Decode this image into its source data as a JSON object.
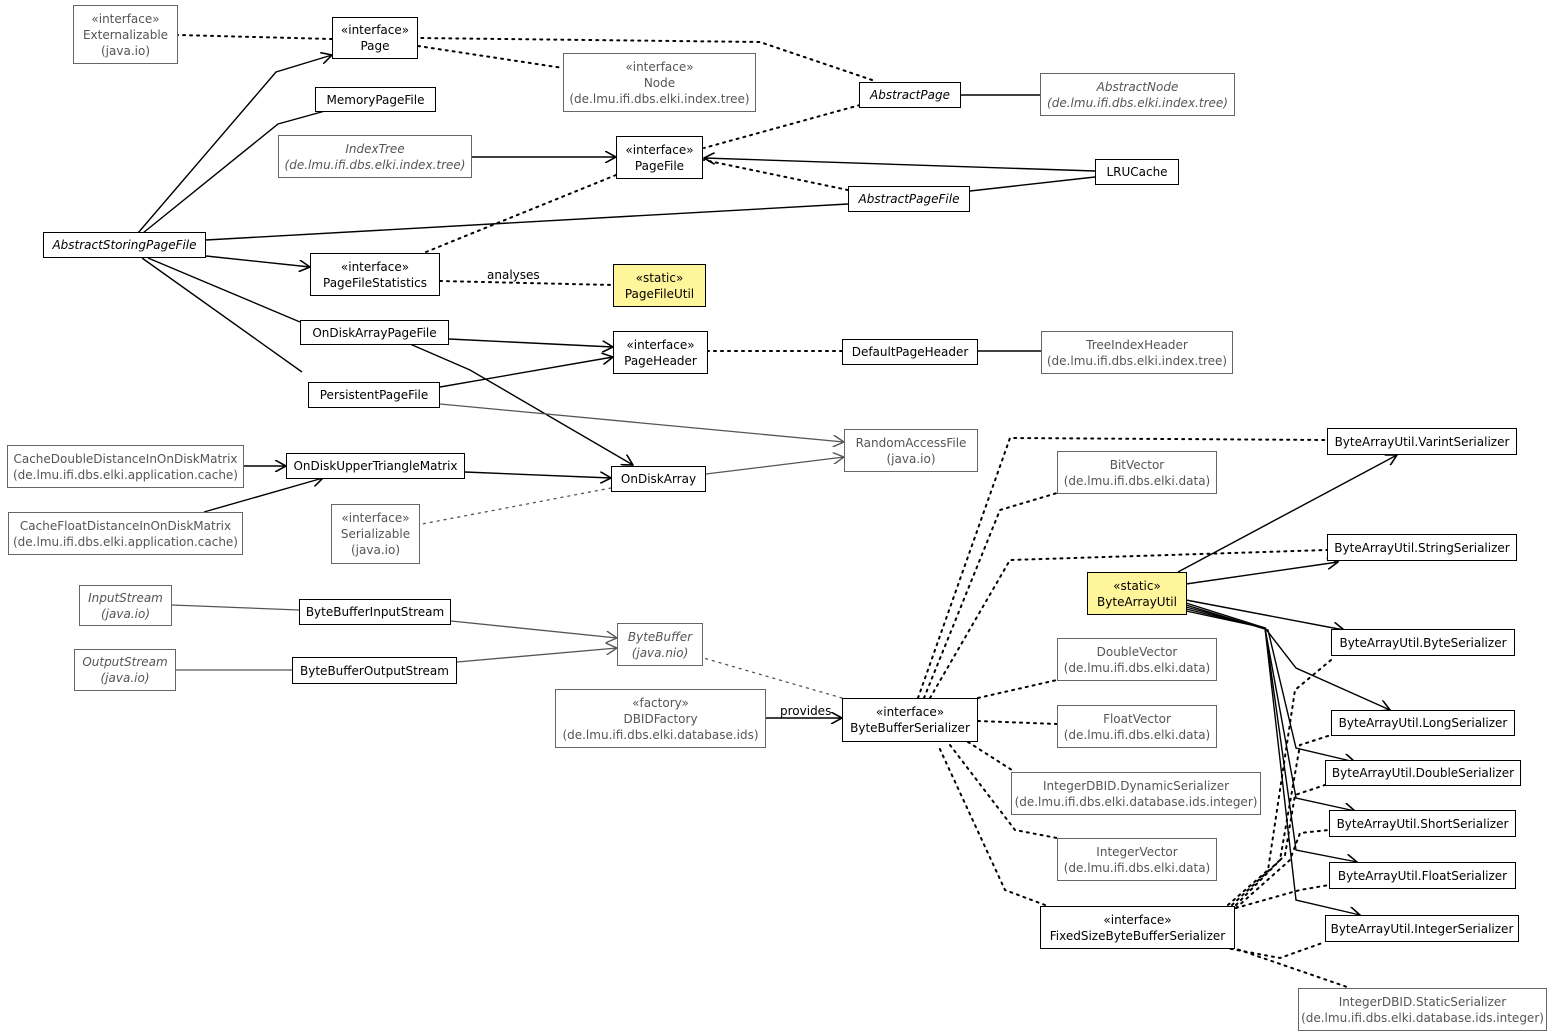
{
  "nodes": {
    "externalizable": {
      "stereo": "«interface»",
      "name": "Externalizable",
      "pkg": "(java.io)"
    },
    "page": {
      "stereo": "«interface»",
      "name": "Page"
    },
    "node": {
      "stereo": "«interface»",
      "name": "Node",
      "pkg": "(de.lmu.ifi.dbs.elki.index.tree)"
    },
    "abstract_page": {
      "name": "AbstractPage"
    },
    "abstract_node": {
      "name": "AbstractNode",
      "pkg": "(de.lmu.ifi.dbs.elki.index.tree)"
    },
    "memory_page_file": {
      "name": "MemoryPageFile"
    },
    "index_tree": {
      "name": "IndexTree",
      "pkg": "(de.lmu.ifi.dbs.elki.index.tree)"
    },
    "page_file": {
      "stereo": "«interface»",
      "name": "PageFile"
    },
    "lru_cache": {
      "name": "LRUCache"
    },
    "abstract_page_file": {
      "name": "AbstractPageFile"
    },
    "abstract_storing_page_file": {
      "name": "AbstractStoringPageFile"
    },
    "page_file_statistics": {
      "stereo": "«interface»",
      "name": "PageFileStatistics"
    },
    "page_file_util": {
      "stereo": "«static»",
      "name": "PageFileUtil"
    },
    "on_disk_array_page_file": {
      "name": "OnDiskArrayPageFile"
    },
    "page_header": {
      "stereo": "«interface»",
      "name": "PageHeader"
    },
    "default_page_header": {
      "name": "DefaultPageHeader"
    },
    "tree_index_header": {
      "name": "TreeIndexHeader",
      "pkg": "(de.lmu.ifi.dbs.elki.index.tree)"
    },
    "persistent_page_file": {
      "name": "PersistentPageFile"
    },
    "random_access_file": {
      "name": "RandomAccessFile",
      "pkg": "(java.io)"
    },
    "cache_double": {
      "name": "CacheDoubleDistanceInOnDiskMatrix",
      "pkg": "(de.lmu.ifi.dbs.elki.application.cache)"
    },
    "on_disk_upper_triangle_matrix": {
      "name": "OnDiskUpperTriangleMatrix"
    },
    "on_disk_array": {
      "name": "OnDiskArray"
    },
    "cache_float": {
      "name": "CacheFloatDistanceInOnDiskMatrix",
      "pkg": "(de.lmu.ifi.dbs.elki.application.cache)"
    },
    "serializable": {
      "stereo": "«interface»",
      "name": "Serializable",
      "pkg": "(java.io)"
    },
    "input_stream": {
      "name": "InputStream",
      "pkg": "(java.io)"
    },
    "byte_buffer_input_stream": {
      "name": "ByteBufferInputStream"
    },
    "byte_buffer": {
      "name": "ByteBuffer",
      "pkg": "(java.nio)"
    },
    "output_stream": {
      "name": "OutputStream",
      "pkg": "(java.io)"
    },
    "byte_buffer_output_stream": {
      "name": "ByteBufferOutputStream"
    },
    "dbid_factory": {
      "stereo": "«factory»",
      "name": "DBIDFactory",
      "pkg": "(de.lmu.ifi.dbs.elki.database.ids)"
    },
    "byte_buffer_serializer": {
      "stereo": "«interface»",
      "name": "ByteBufferSerializer"
    },
    "bit_vector": {
      "name": "BitVector",
      "pkg": "(de.lmu.ifi.dbs.elki.data)"
    },
    "double_vector": {
      "name": "DoubleVector",
      "pkg": "(de.lmu.ifi.dbs.elki.data)"
    },
    "float_vector": {
      "name": "FloatVector",
      "pkg": "(de.lmu.ifi.dbs.elki.data)"
    },
    "integer_dbid_dynamic": {
      "name": "IntegerDBID.DynamicSerializer",
      "pkg": "(de.lmu.ifi.dbs.elki.database.ids.integer)"
    },
    "integer_vector": {
      "name": "IntegerVector",
      "pkg": "(de.lmu.ifi.dbs.elki.data)"
    },
    "fixed_size_bbs": {
      "stereo": "«interface»",
      "name": "FixedSizeByteBufferSerializer"
    },
    "byte_array_util": {
      "stereo": "«static»",
      "name": "ByteArrayUtil"
    },
    "varint_serializer": {
      "name": "ByteArrayUtil.VarintSerializer"
    },
    "string_serializer": {
      "name": "ByteArrayUtil.StringSerializer"
    },
    "byte_serializer": {
      "name": "ByteArrayUtil.ByteSerializer"
    },
    "long_serializer": {
      "name": "ByteArrayUtil.LongSerializer"
    },
    "double_serializer": {
      "name": "ByteArrayUtil.DoubleSerializer"
    },
    "short_serializer": {
      "name": "ByteArrayUtil.ShortSerializer"
    },
    "float_serializer": {
      "name": "ByteArrayUtil.FloatSerializer"
    },
    "integer_serializer": {
      "name": "ByteArrayUtil.IntegerSerializer"
    },
    "integer_dbid_static": {
      "name": "IntegerDBID.StaticSerializer",
      "pkg": "(de.lmu.ifi.dbs.elki.database.ids.integer)"
    }
  },
  "edge_labels": {
    "analyses": "analyses",
    "provides": "provides"
  },
  "colors": {
    "static_fill": "#fff59a",
    "external_border": "#666666",
    "external_text": "#555555",
    "edge": "#000000",
    "external_edge": "#555555"
  }
}
